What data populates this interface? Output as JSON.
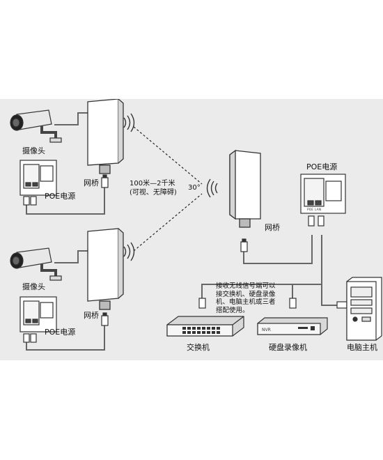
{
  "labels": {
    "camera_top": "摄像头",
    "poe_top": "POE电源",
    "bridge_top": "网桥",
    "camera_bottom": "摄像头",
    "poe_bottom": "POE电源",
    "bridge_bottom": "网桥",
    "distance_line1": "100米—2千米",
    "distance_line2": "(可视、无障碍)",
    "angle": "30°",
    "bridge_right": "网桥",
    "poe_right": "POE电源",
    "switch": "交换机",
    "nvr": "硬盘录像机",
    "pc": "电脑主机"
  },
  "note_lines": [
    "接收无线信号端可以",
    "接交换机、硬盘录像",
    "机、电脑主机或三者",
    "搭配使用。"
  ],
  "device_marks": {
    "nvr_badge": "NVR",
    "poe_port_1": "POE",
    "poe_port_2": "LAN"
  },
  "colors": {
    "panel_bg": "#ebebeb",
    "device_fill": "#ffffff",
    "device_stroke": "#333333",
    "cable": "#555555"
  }
}
